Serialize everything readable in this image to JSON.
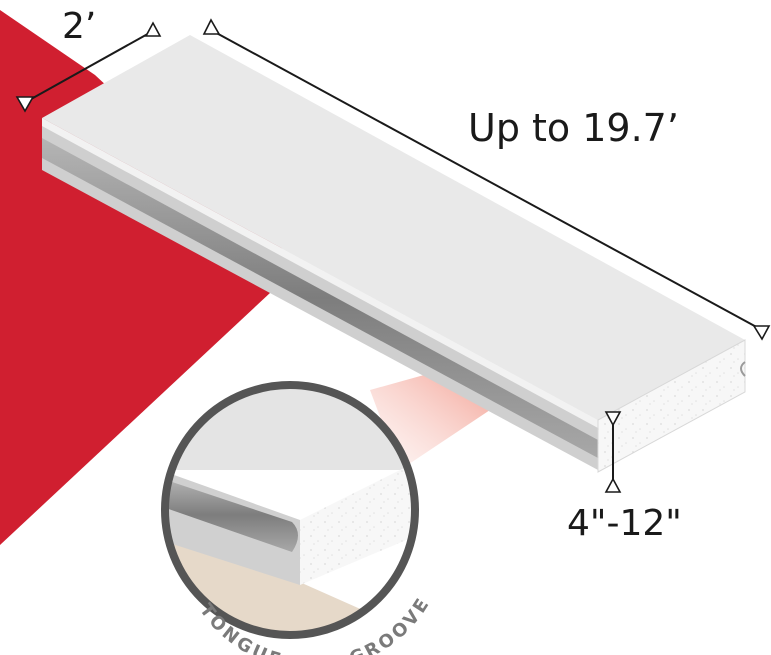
{
  "labels": {
    "width": "2’",
    "length": "Up to 19.7’",
    "thickness": "4\"-12\"",
    "detail": "TONGUE AND GROOVE"
  },
  "colors": {
    "accent_red": "#d01f30",
    "panel_top": "#e9e9e9",
    "panel_side": "#c9c9c9",
    "groove": "#8a8a8a",
    "foam": "#f6f6f6",
    "lens_ring": "#555555",
    "lens_bg": "#e6d9c9",
    "line": "#1a1a1a",
    "arc_text": "#7a7a7a"
  }
}
